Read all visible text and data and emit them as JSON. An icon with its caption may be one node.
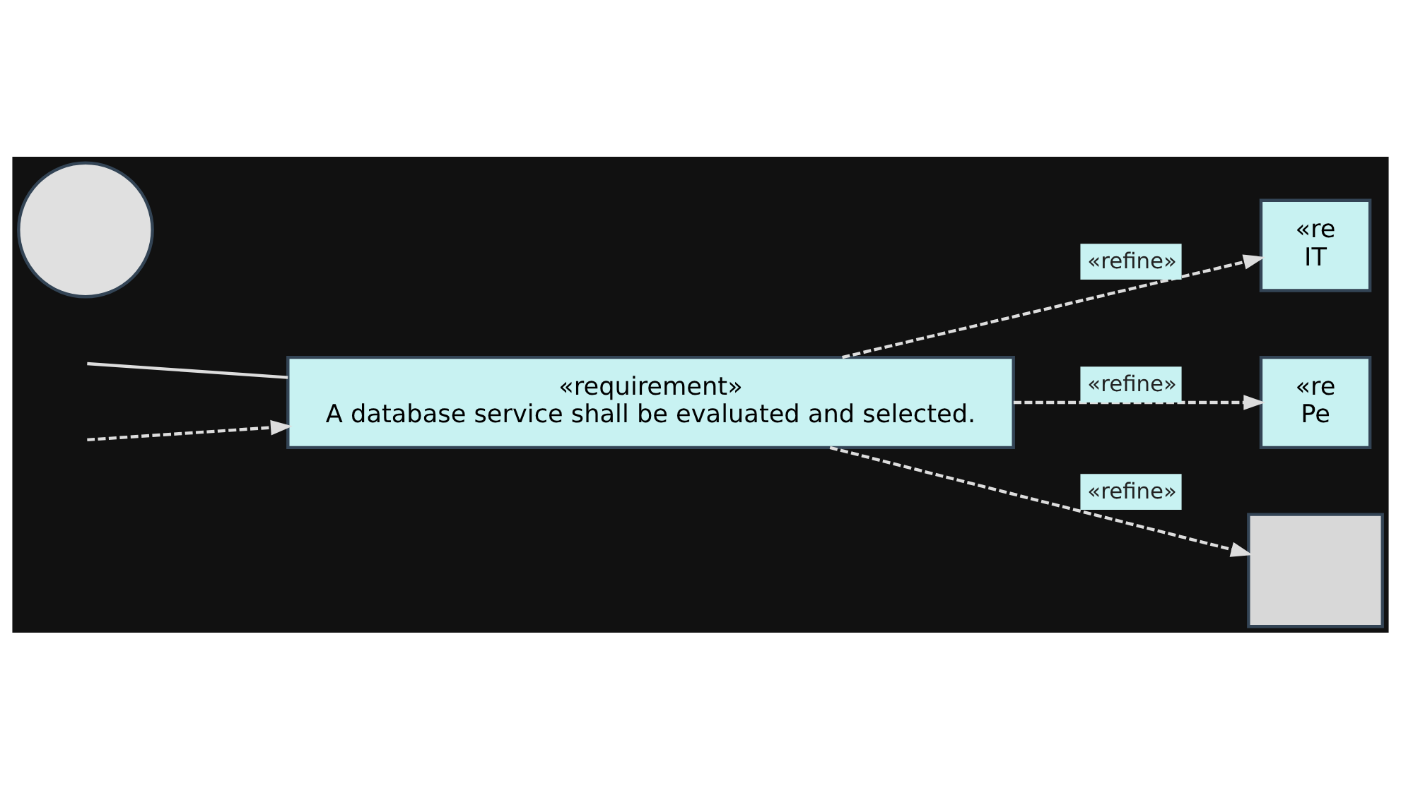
{
  "diagram": {
    "nodes": [
      {
        "text": [
          "«requirement»",
          "A database service shall be evaluated and selected."
        ]
      },
      {
        "text": [
          "«re",
          "IT"
        ]
      },
      {
        "text": [
          "«re",
          "Pe"
        ]
      },
      {
        "text": [],
        "shape": "box"
      },
      {
        "text": [],
        "shape": "circle"
      }
    ],
    "edges": [
      {
        "from": 0,
        "to": 1,
        "arrow": "to",
        "style": "dashed",
        "label": "«refine»"
      },
      {
        "from": 0,
        "to": 2,
        "arrow": "to",
        "style": "dashed",
        "label": "«refine»"
      },
      {
        "from": 0,
        "to": 3,
        "arrow": "to",
        "style": "dashed",
        "label": "«refine»"
      },
      {
        "from": null,
        "to": 0,
        "arrow": "none"
      },
      {
        "from": null,
        "to": 0,
        "arrow": "to",
        "style": "dashed"
      }
    ]
  }
}
